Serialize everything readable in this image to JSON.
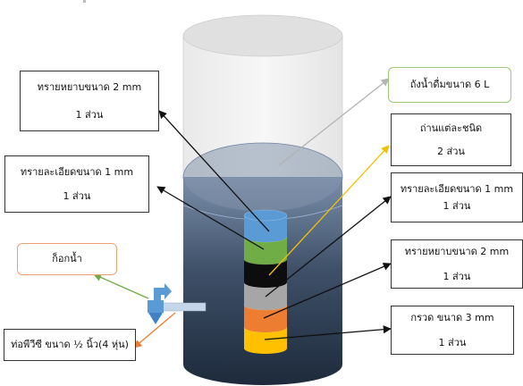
{
  "labels": {
    "sand_coarse_left": {
      "line1": "ทรายหยาบขนาด 2 mm",
      "line2": "1 ส่วน"
    },
    "sand_fine_left": {
      "line1": "ทรายละเอียดขนาด 1 mm",
      "line2": "1 ส่วน"
    },
    "faucet": {
      "line1": "ก็อกน้ำ"
    },
    "pvc_pipe": {
      "line1": "ท่อพีวีซี ขนาด ½ นิ้ว(4 หุ่น)"
    },
    "tank": {
      "line1": "ถังน้ำดื่มขนาด 6 L"
    },
    "charcoal": {
      "line1": "ถ่านแต่ละชนิด",
      "line2": "2 ส่วน"
    },
    "sand_fine_right": {
      "line1": "ทรายละเอียดขนาด 1 mm",
      "line2": "1 ส่วน"
    },
    "sand_coarse_right": {
      "line1": "ทรายหยาบขนาด 2 mm",
      "line2": "1 ส่วน"
    },
    "gravel": {
      "line1": "กรวด ขนาด 3 mm",
      "line2": "1 ส่วน"
    }
  },
  "layer_colors": {
    "top": "#5b9bd5",
    "green": "#70ad47",
    "black": "#0d0d0d",
    "gray": "#a6a6a6",
    "orange": "#ed7d31",
    "yellow": "#ffc000"
  },
  "arrow_colors": {
    "black": "#111111",
    "gray": "#b3b3b3",
    "yellow": "#f2c200",
    "green": "#70ad47",
    "orange": "#ed7d31"
  }
}
